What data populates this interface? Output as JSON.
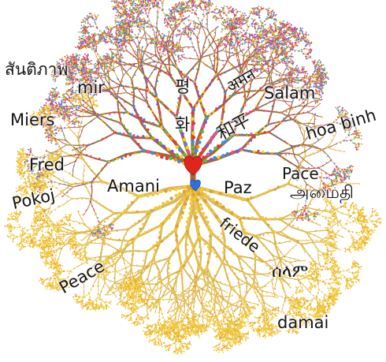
{
  "colors": {
    "branch": "#a8643a",
    "root": "#d9b65e",
    "heart_center": "#e0261c",
    "heart_blue": "#2b6fe0",
    "dot_palette": [
      "#e23a3a",
      "#f08a24",
      "#f2cf2a",
      "#5db84a",
      "#3d8fe0",
      "#8c52c9",
      "#e04fa4"
    ]
  },
  "center_icons": [
    "red-heart-icon",
    "blue-heart-icon"
  ],
  "words": {
    "thai": "สันติภาพ",
    "mir": "mir",
    "korean_1": "평",
    "korean_2": "화",
    "hindi": "अमन",
    "salam": "Salam",
    "miers": "Miers",
    "chinese": "和平",
    "hoa_binh": "hoa binh",
    "fred": "Fred",
    "pace": "Pace",
    "tamil": "அமைதி",
    "pokoj": "Pokoj",
    "amani": "Amani",
    "paz": "Paz",
    "friede": "friede",
    "peace": "Peace",
    "amharic": "ሰላም",
    "damai": "damai"
  }
}
